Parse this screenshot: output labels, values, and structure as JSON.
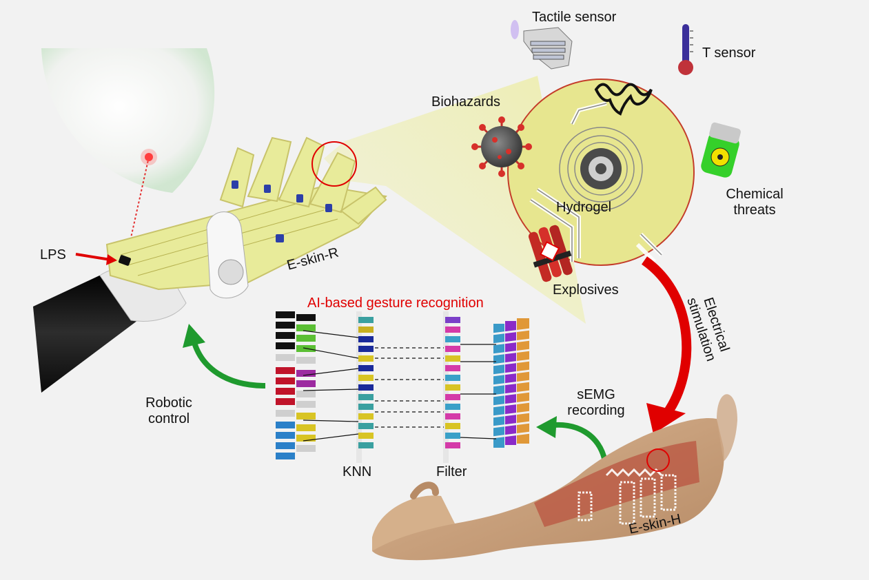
{
  "labels": {
    "tactile_sensor": "Tactile sensor",
    "t_sensor": "T sensor",
    "biohazards": "Biohazards",
    "hydrogel": "Hydrogel",
    "chemical_threats_line1": "Chemical",
    "chemical_threats_line2": "threats",
    "explosives": "Explosives",
    "electrical_line1": "Electrical",
    "electrical_line2": "stimulation",
    "lps": "LPS",
    "e_skin_r": "E-skin-R",
    "ai_title": "AI-based gesture recognition",
    "robotic_line1": "Robotic",
    "robotic_line2": "control",
    "semg_line1": "sEMG",
    "semg_line2": "recording",
    "knn": "KNN",
    "filter": "Filter",
    "e_skin_h": "E-skin-H"
  },
  "colors": {
    "accent_red": "#e00000",
    "arrow_green": "#1f9a2e",
    "e_skin_yellow": "#e8eb9a",
    "zoom_circle_fill": "#e7e68f",
    "arm_skin": "#c9a27f",
    "robot_black": "#1a1a1a",
    "background": "#f2f2f2"
  }
}
